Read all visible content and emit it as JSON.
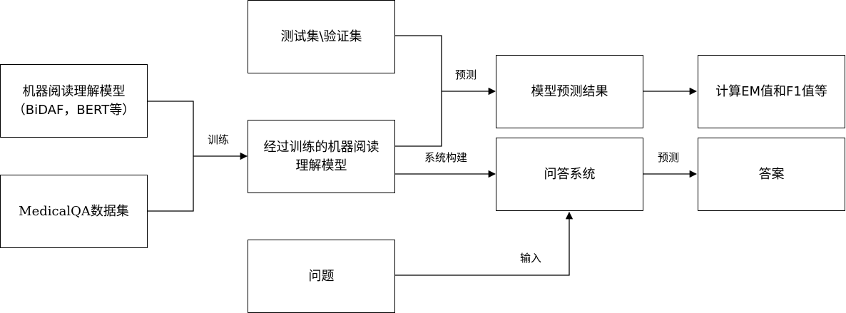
{
  "nodes": {
    "mrc_model": {
      "line1": "机器阅读理解模型",
      "line2": "（BiDAF，BERT等）"
    },
    "medqa_dataset": {
      "label": "MedicalQA数据集"
    },
    "test_val_set": {
      "label": "测试集\\验证集"
    },
    "trained_model": {
      "line1": "经过训练的机器阅读",
      "line2": "理解模型"
    },
    "question": {
      "label": "问题"
    },
    "prediction_result": {
      "label": "模型预测结果"
    },
    "qa_system": {
      "label": "问答系统"
    },
    "compute_metrics": {
      "label": "计算EM值和F1值等"
    },
    "answer": {
      "label": "答案"
    }
  },
  "edges": {
    "train": "训练",
    "predict_upper": "预测",
    "build_system": "系统构建",
    "predict_lower": "预测",
    "input": "输入"
  }
}
